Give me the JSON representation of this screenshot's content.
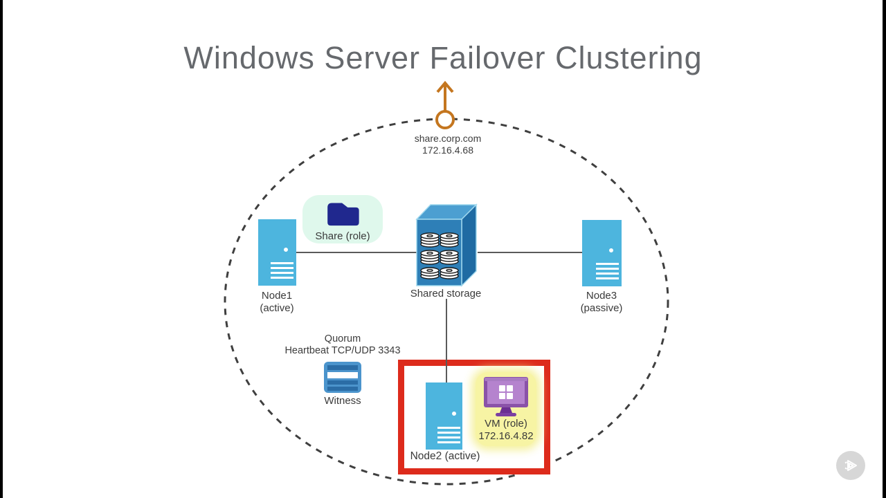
{
  "title": "Windows Server Failover Clustering",
  "cluster": {
    "endpoint": {
      "host": "share.corp.com",
      "ip": "172.16.4.68"
    },
    "node1": {
      "name": "Node1",
      "state": "(active)"
    },
    "node3": {
      "name": "Node3",
      "state": "(passive)"
    },
    "node2": {
      "label": "Node2 (active)"
    },
    "share_role": {
      "label": "Share (role)"
    },
    "storage": {
      "label": "Shared storage"
    },
    "quorum": {
      "title": "Quorum",
      "subtitle": "Heartbeat TCP/UDP 3343"
    },
    "witness": {
      "label": "Witness"
    },
    "vm_role": {
      "label": "VM (role)",
      "ip": "172.16.4.82"
    }
  },
  "colors": {
    "node_fill": "#4DB5DE",
    "storage_front": "#2E7FB7",
    "storage_top": "#4C9FD1",
    "storage_side": "#1F6BA3",
    "folder": "#20288E",
    "share_card_bg": "#DFF8EC",
    "vm_card_bg": "#F7F4A4",
    "monitor_frame": "#8A52A8",
    "monitor_screen": "#B583CE",
    "witness_frame": "#4B94CC",
    "witness_stripe": "#2B6DA6",
    "highlight_red": "#DD2B1C",
    "pin_orange": "#C4761F",
    "dashed_border": "#3F3F3F",
    "connector_gray": "#5A5A5A",
    "title_gray": "#66696D"
  }
}
